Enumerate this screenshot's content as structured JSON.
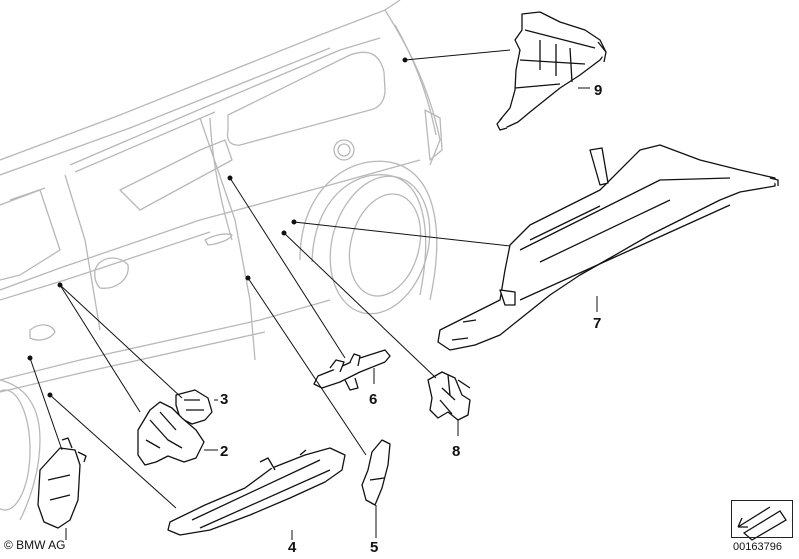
{
  "callouts": {
    "c2": "2",
    "c3": "3",
    "c4": "4",
    "c5": "5",
    "c6": "6",
    "c7": "7",
    "c8": "8",
    "c9": "9"
  },
  "footer": {
    "copyright": "© BMW AG",
    "doc_number": "00163796"
  }
}
